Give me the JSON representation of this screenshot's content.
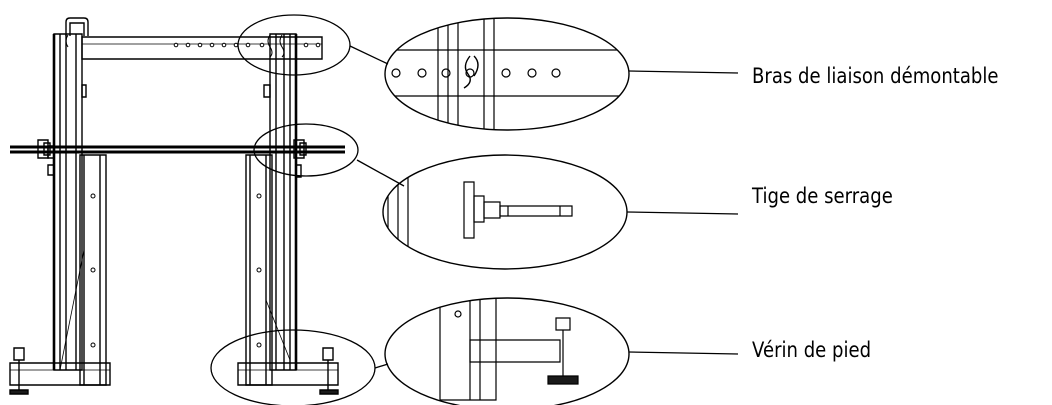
{
  "labels": {
    "detachable_arm": "Bras de liaison démontable",
    "clamping_rod": "Tige de serrage",
    "foot_jack": "Vérin de pied"
  },
  "colors": {
    "line": "#000000",
    "background": "#ffffff",
    "fill_dark": "#1a1a1a",
    "fill_light": "#ffffff"
  }
}
